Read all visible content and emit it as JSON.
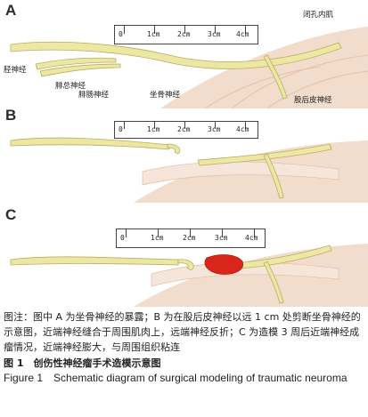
{
  "panels": {
    "a": {
      "letter": "A",
      "labels": {
        "obturator_internus": "闭孔内肌",
        "tibial_nerve": "胫神经",
        "common_peroneal_nerve": "腓总神经",
        "sural_nerve": "腓肠神经",
        "sciatic_nerve": "坐骨神经",
        "posterior_femoral_cutaneous_nerve": "股后皮神经"
      }
    },
    "b": {
      "letter": "B"
    },
    "c": {
      "letter": "C"
    }
  },
  "ruler_ticks": [
    "0",
    "1cm",
    "2cm",
    "3cm",
    "4cm"
  ],
  "caption": {
    "note": "图注：图中 A 为坐骨神经的暴露；B 为在股后皮神经以远 1 cm 处剪断坐骨神经的示意图，近端神经缝合于周围肌肉上，远端神经反折；C 为造模 3 周后近端神经成瘤情况，近端神经膨大，与周围组织粘连",
    "figure_cn": "图 1　创伤性神经瘤手术造模示意图",
    "figure_en": "Figure 1　Schematic diagram of surgical modeling of traumatic neuroma"
  },
  "colors": {
    "nerve": "#ece7a4",
    "nerve_outline": "#b8ae5c",
    "muscle": "#f0d9c8",
    "neuroma": "#d9261c"
  }
}
